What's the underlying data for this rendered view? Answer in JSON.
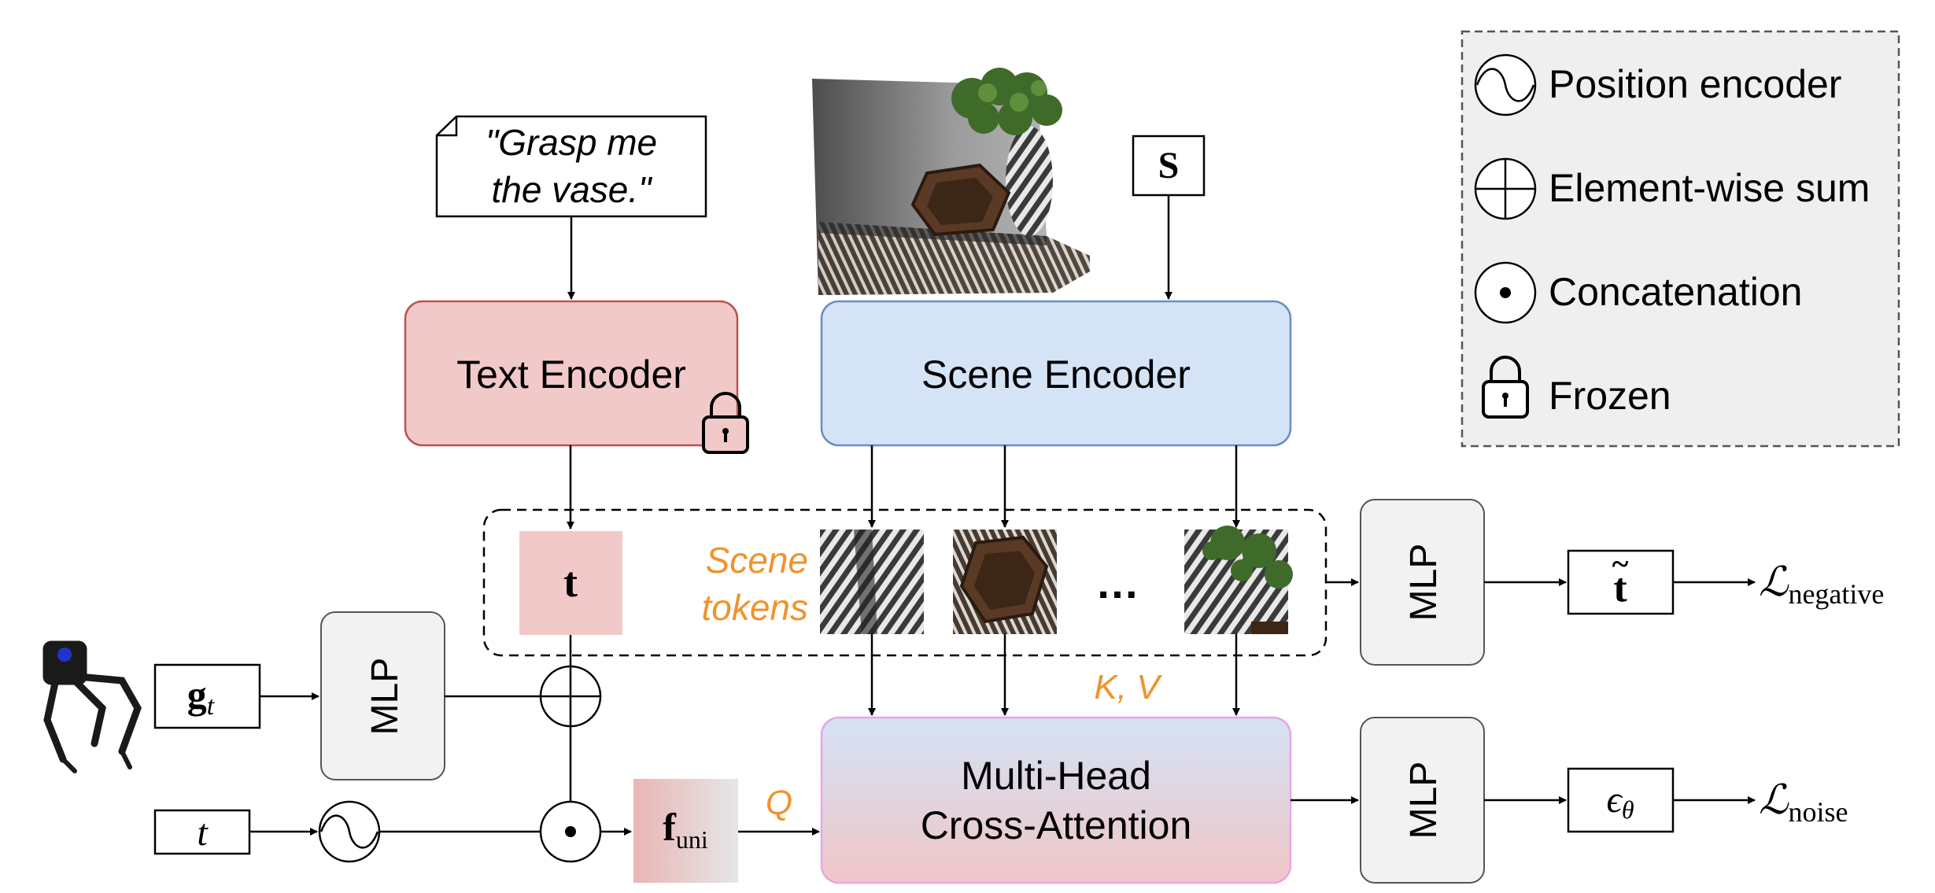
{
  "prompt": {
    "line1": "\"Grasp me",
    "line2": "the vase.\""
  },
  "inputs": {
    "scene_symbol": "S",
    "grasp_symbol": "g",
    "grasp_subscript": "t",
    "time_symbol": "t"
  },
  "encoders": {
    "text": "Text Encoder",
    "scene": "Scene Encoder",
    "cross_attention_line1": "Multi-Head",
    "cross_attention_line2": "Cross-Attention"
  },
  "tokens": {
    "text_token": "t",
    "scene_tokens_line1": "Scene",
    "scene_tokens_line2": "tokens",
    "ellipsis": "…"
  },
  "mlp_label": "MLP",
  "labels": {
    "kv": "K, V",
    "q": "Q",
    "f_base": "f",
    "f_sub": "uni",
    "t_tilde": "t",
    "t_tilde_mark": "~",
    "eps": "ϵ",
    "eps_sub": "θ",
    "loss_symbol": "ℒ",
    "loss_negative_sub": "negative",
    "loss_noise_sub": "noise"
  },
  "legend": {
    "position_encoder": "Position encoder",
    "sum": "Element-wise sum",
    "concat": "Concatenation",
    "frozen": "Frozen"
  },
  "colors": {
    "text_encoder_fill": "#f2c9c9",
    "text_encoder_stroke": "#b85450",
    "scene_encoder_fill": "#d5e3f7",
    "scene_encoder_stroke": "#6c8ebf",
    "mlp_fill": "#f2f2f2",
    "accent_orange": "#f0932b",
    "legend_fill": "#efefef"
  }
}
